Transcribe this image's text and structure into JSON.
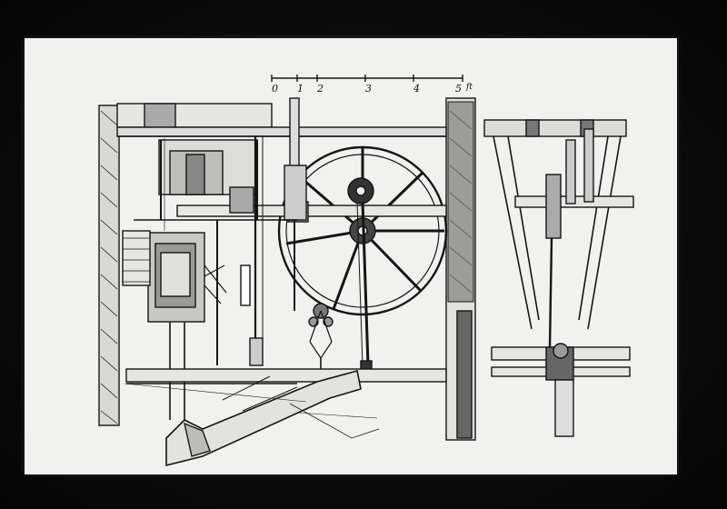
{
  "drawing": {
    "scale_labels": [
      "0",
      "1",
      "2",
      "3",
      "4",
      "5"
    ],
    "scale_unit": "ft"
  }
}
